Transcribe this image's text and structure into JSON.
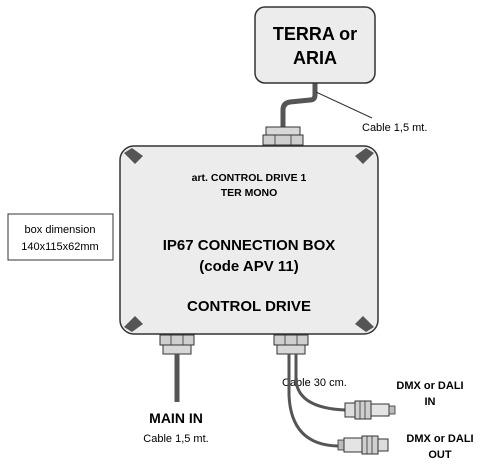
{
  "top_box": {
    "line1": "TERRA or",
    "line2": "ARIA"
  },
  "top_cable_label": "Cable 1,5 mt.",
  "main_box": {
    "article_line1": "art. CONTROL DRIVE 1",
    "article_line2": "TER MONO",
    "title_line1": "IP67 CONNECTION BOX",
    "title_line2": "(code APV 11)",
    "subtitle": "CONTROL DRIVE"
  },
  "dimension_box": {
    "line1": "box dimension",
    "line2": "140x115x62mm"
  },
  "main_in": {
    "label": "MAIN IN",
    "cable": "Cable 1,5 mt."
  },
  "side_cable_label": "Cable 30 cm.",
  "dmx_in": {
    "line1": "DMX or DALI",
    "line2": "IN"
  },
  "dmx_out": {
    "line1": "DMX or DALI",
    "line2": "OUT"
  },
  "colors": {
    "box_fill": "#ececec",
    "outline": "#333333",
    "cable": "#555555"
  }
}
